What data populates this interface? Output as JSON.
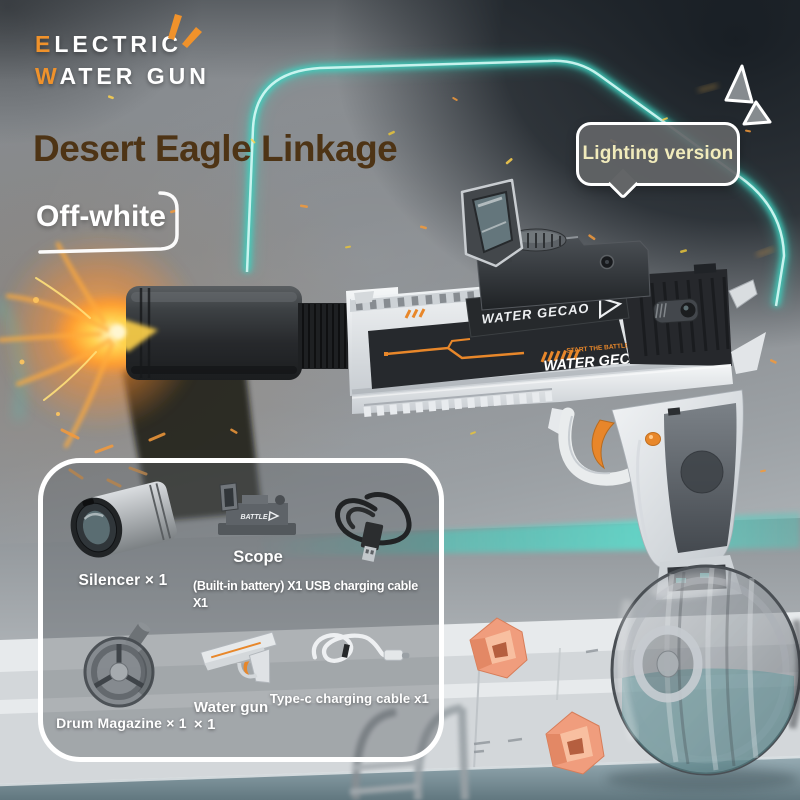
{
  "poster": {
    "logo": {
      "line1_initial": "E",
      "line1_rest": "LECTRIC",
      "line2_initial": "W",
      "line2_rest": "ATER GUN"
    },
    "title": "Desert Eagle Linkage",
    "variant": "Off-white",
    "callout": "Lighting version"
  },
  "product": {
    "scope_brand": "WATER GECAO",
    "slide_tagline": "START THE BATTLE",
    "slide_brand": "WATER GECAO"
  },
  "accessories": {
    "silencer": {
      "label": "Silencer × 1"
    },
    "scope": {
      "title": "Scope",
      "detail": "(Built-in battery) X1 USB charging cable X1",
      "badge": "BATTLE"
    },
    "drum_magazine": {
      "label": "Drum Magazine × 1"
    },
    "water_gun": {
      "line1": "Water gun",
      "line2": "× 1"
    },
    "type_c": {
      "label": "Type-c charging cable x1"
    }
  },
  "colors": {
    "accent_orange": "#f0922b",
    "title_brown": "#4e3415",
    "neon_teal": "#3ed2c0",
    "callout_text": "#f1ebbb",
    "fire_orange": "#ff8e2a",
    "gun_body": "#e9ecee",
    "gun_slide_dark": "#26292d"
  }
}
